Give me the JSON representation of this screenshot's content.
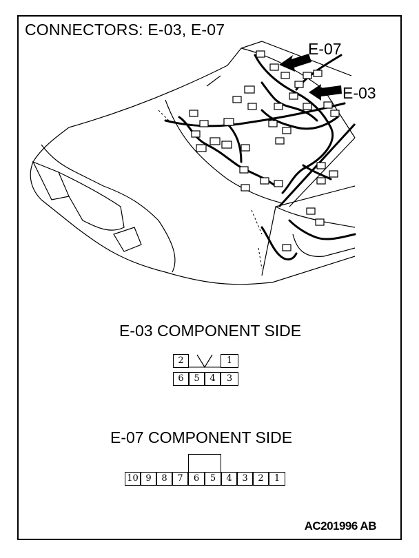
{
  "title": "CONNECTORS: E-03, E-07",
  "callouts": {
    "e07": "E-07",
    "e03": "E-03"
  },
  "e03": {
    "title": "E-03 COMPONENT SIDE",
    "top_row": [
      "2",
      "",
      "",
      "1"
    ],
    "bottom_row": [
      "6",
      "5",
      "4",
      "3"
    ]
  },
  "e07": {
    "title": "E-07 COMPONENT SIDE",
    "pins": [
      "10",
      "9",
      "8",
      "7",
      "6",
      "5",
      "4",
      "3",
      "2",
      "1"
    ]
  },
  "reference": "AC201996 AB"
}
